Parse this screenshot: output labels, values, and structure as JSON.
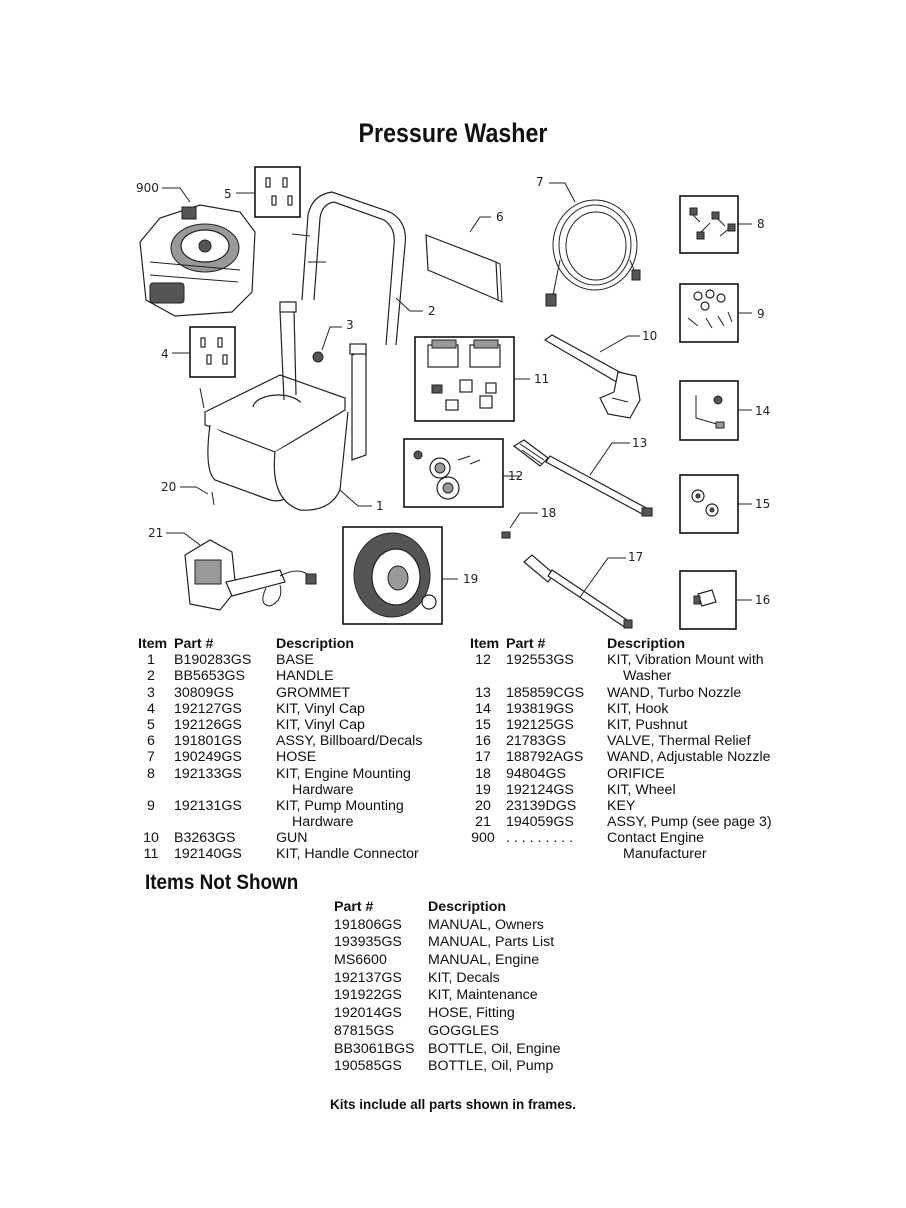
{
  "title": "Pressure Washer",
  "callouts": [
    "900",
    "5",
    "7",
    "6",
    "8",
    "2",
    "3",
    "9",
    "4",
    "10",
    "11",
    "14",
    "13",
    "20",
    "1",
    "12",
    "15",
    "18",
    "21",
    "17",
    "19",
    "16"
  ],
  "parts_table": {
    "headers": {
      "item": "Item",
      "part": "Part #",
      "description": "Description"
    },
    "left": [
      {
        "item": "1",
        "part": "B190283GS",
        "desc": [
          "BASE"
        ]
      },
      {
        "item": "2",
        "part": "BB5653GS",
        "desc": [
          "HANDLE"
        ]
      },
      {
        "item": "3",
        "part": "30809GS",
        "desc": [
          "GROMMET"
        ]
      },
      {
        "item": "4",
        "part": "192127GS",
        "desc": [
          "KIT, Vinyl Cap"
        ]
      },
      {
        "item": "5",
        "part": "192126GS",
        "desc": [
          "KIT, Vinyl Cap"
        ]
      },
      {
        "item": "6",
        "part": "191801GS",
        "desc": [
          "ASSY, Billboard/Decals"
        ]
      },
      {
        "item": "7",
        "part": "190249GS",
        "desc": [
          "HOSE"
        ]
      },
      {
        "item": "8",
        "part": "192133GS",
        "desc": [
          "KIT, Engine Mounting",
          "Hardware"
        ]
      },
      {
        "item": "9",
        "part": "192131GS",
        "desc": [
          "KIT, Pump Mounting",
          "Hardware"
        ]
      },
      {
        "item": "10",
        "part": "B3263GS",
        "desc": [
          "GUN"
        ]
      },
      {
        "item": "11",
        "part": "192140GS",
        "desc": [
          "KIT, Handle Connector"
        ]
      }
    ],
    "right": [
      {
        "item": "12",
        "part": "192553GS",
        "desc": [
          "KIT, Vibration Mount with",
          "Washer"
        ]
      },
      {
        "item": "13",
        "part": "185859CGS",
        "desc": [
          "WAND, Turbo Nozzle"
        ]
      },
      {
        "item": "14",
        "part": "193819GS",
        "desc": [
          "KIT, Hook"
        ]
      },
      {
        "item": "15",
        "part": "192125GS",
        "desc": [
          "KIT, Pushnut"
        ]
      },
      {
        "item": "16",
        "part": "21783GS",
        "desc": [
          "VALVE, Thermal Relief"
        ]
      },
      {
        "item": "17",
        "part": "188792AGS",
        "desc": [
          "WAND, Adjustable Nozzle"
        ]
      },
      {
        "item": "18",
        "part": "94804GS",
        "desc": [
          "ORIFICE"
        ]
      },
      {
        "item": "19",
        "part": "192124GS",
        "desc": [
          "KIT, Wheel"
        ]
      },
      {
        "item": "20",
        "part": "23139DGS",
        "desc": [
          "KEY"
        ]
      },
      {
        "item": "21",
        "part": "194059GS",
        "desc": [
          "ASSY, Pump (see page 3)"
        ]
      },
      {
        "item": "900",
        "part": ". . . . . . . . .",
        "desc": [
          "Contact Engine",
          "Manufacturer"
        ]
      }
    ]
  },
  "not_shown": {
    "title": "Items Not Shown",
    "headers": {
      "part": "Part #",
      "description": "Description"
    },
    "rows": [
      {
        "part": "191806GS",
        "desc": "MANUAL, Owners"
      },
      {
        "part": "193935GS",
        "desc": "MANUAL, Parts List"
      },
      {
        "part": "MS6600",
        "desc": "MANUAL, Engine"
      },
      {
        "part": "192137GS",
        "desc": "KIT, Decals"
      },
      {
        "part": "191922GS",
        "desc": "KIT, Maintenance"
      },
      {
        "part": "192014GS",
        "desc": "HOSE, Fitting"
      },
      {
        "part": "87815GS",
        "desc": "GOGGLES"
      },
      {
        "part": "BB3061BGS",
        "desc": "BOTTLE, Oil, Engine"
      },
      {
        "part": "190585GS",
        "desc": "BOTTLE, Oil, Pump"
      }
    ]
  },
  "footnote": "Kits include all parts shown in frames."
}
